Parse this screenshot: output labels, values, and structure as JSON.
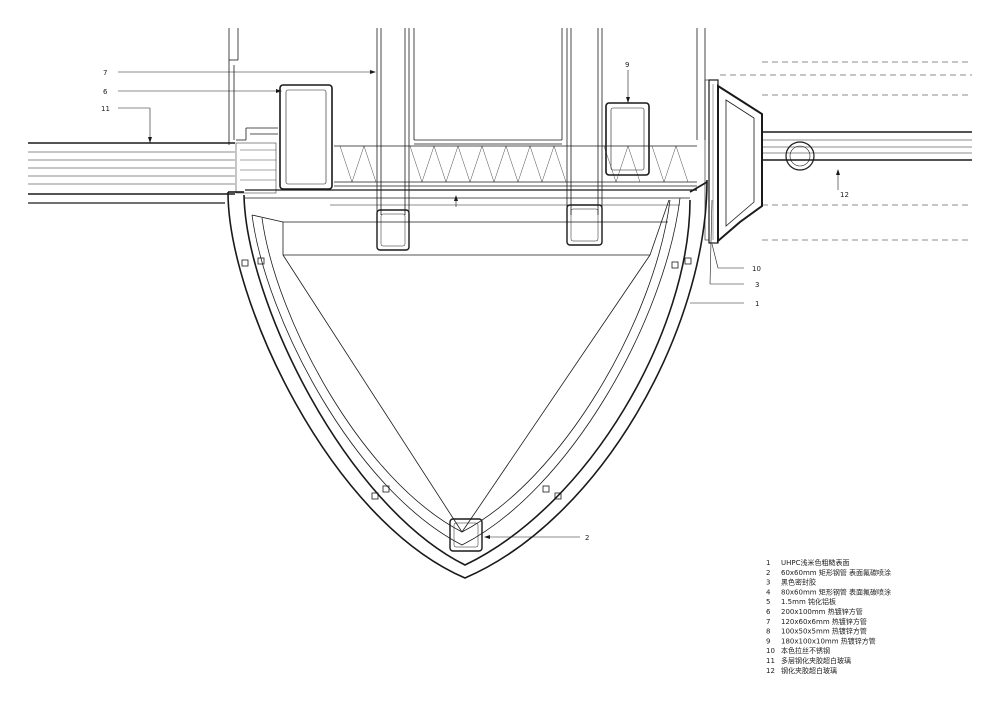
{
  "callouts": {
    "c7": "7",
    "c6": "6",
    "c11": "11",
    "c9": "9",
    "c10": "10",
    "c3": "3",
    "c1": "1",
    "c12": "12",
    "c2": "2"
  },
  "legend": [
    {
      "num": "1",
      "text": "UHPC浅米色粗糙表面"
    },
    {
      "num": "2",
      "text": "60x60mm 矩形钢管 表面氟碳喷涂"
    },
    {
      "num": "3",
      "text": "黑色密封胶"
    },
    {
      "num": "4",
      "text": "80x60mm 矩形钢管 表面氟碳喷涂"
    },
    {
      "num": "5",
      "text": "1.5mm 钝化铝板"
    },
    {
      "num": "6",
      "text": "200x100mm 热镀锌方管"
    },
    {
      "num": "7",
      "text": "120x60x6mm 热镀锌方管"
    },
    {
      "num": "8",
      "text": "100x50x5mm 热镀锌方管"
    },
    {
      "num": "9",
      "text": "180x100x10mm 热镀锌方管"
    },
    {
      "num": "10",
      "text": "本色拉丝不锈钢"
    },
    {
      "num": "11",
      "text": "多层钢化夹胶超白玻璃"
    },
    {
      "num": "12",
      "text": "钢化夹胶超白玻璃"
    }
  ]
}
